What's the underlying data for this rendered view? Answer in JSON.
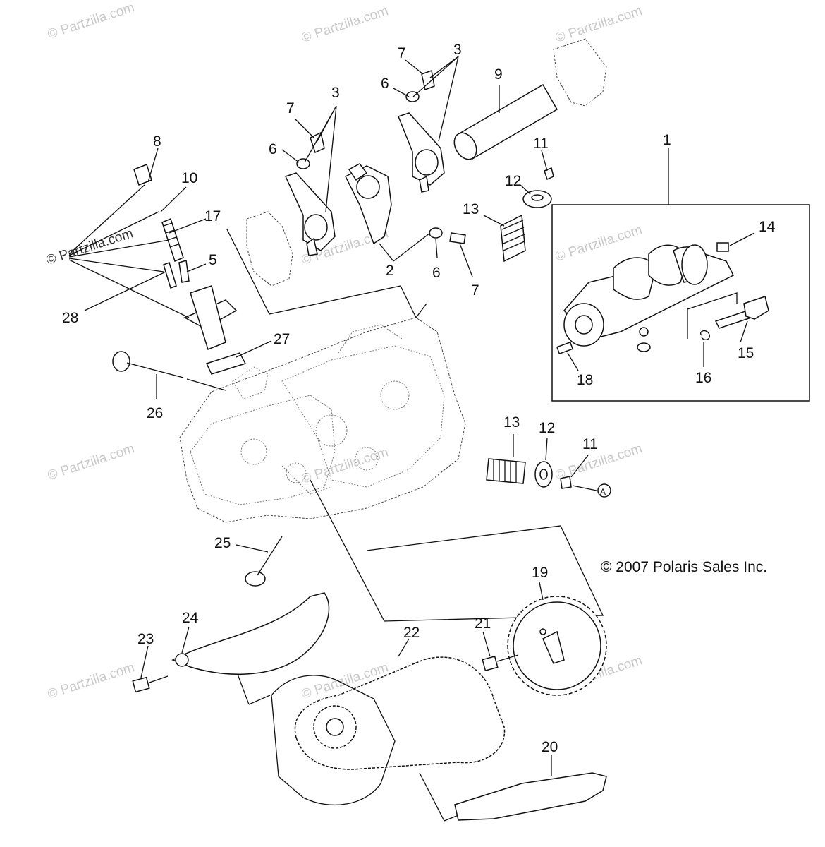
{
  "copyright": "© 2007 Polaris Sales Inc.",
  "watermark": "© Partzilla.com",
  "callouts": [
    "1",
    "2",
    "3",
    "3",
    "5",
    "6",
    "6",
    "6",
    "7",
    "7",
    "7",
    "8",
    "9",
    "10",
    "11",
    "11",
    "12",
    "12",
    "13",
    "13",
    "14",
    "15",
    "16",
    "17",
    "18",
    "19",
    "20",
    "21",
    "22",
    "23",
    "24",
    "25",
    "26",
    "27",
    "28"
  ]
}
